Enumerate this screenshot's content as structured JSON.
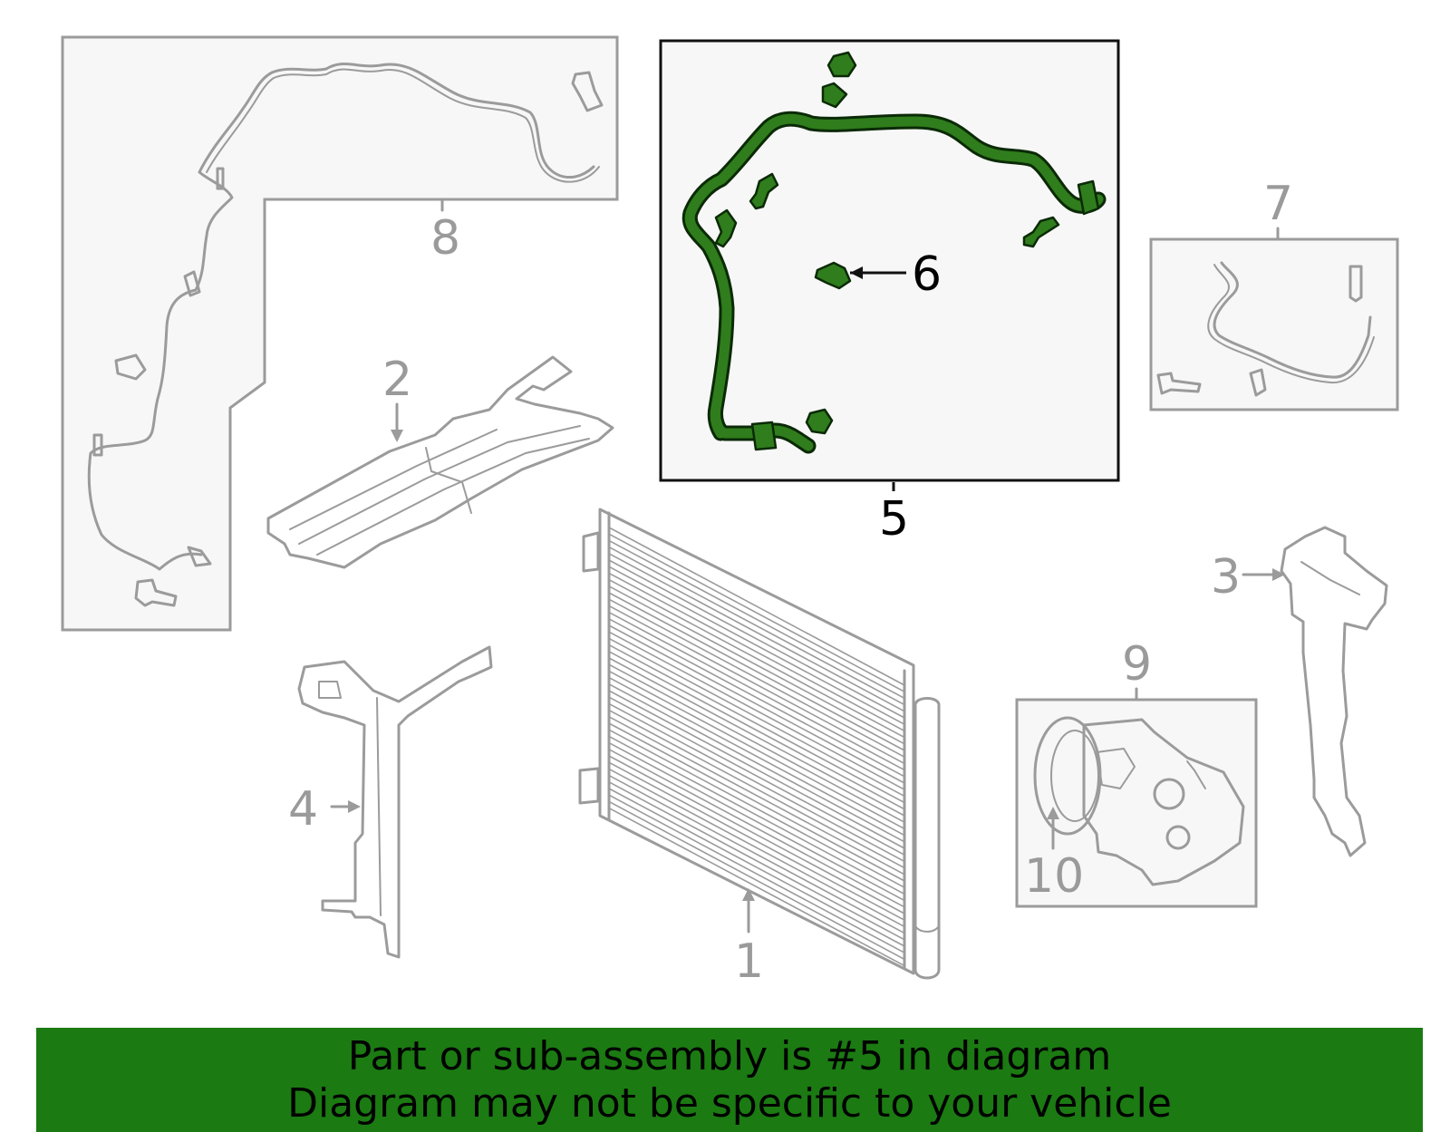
{
  "diagram": {
    "callouts": {
      "c1": "1",
      "c2": "2",
      "c3": "3",
      "c4": "4",
      "c5": "5",
      "c6": "6",
      "c7": "7",
      "c8": "8",
      "c9": "9",
      "c10": "10"
    },
    "highlight_color": "#2f7d1c",
    "part_color": "#9b9b9b"
  },
  "banner": {
    "line1": "Part or sub-assembly is #5 in diagram",
    "line2": "Diagram may not be specific to your vehicle",
    "background": "#1b7a12"
  }
}
